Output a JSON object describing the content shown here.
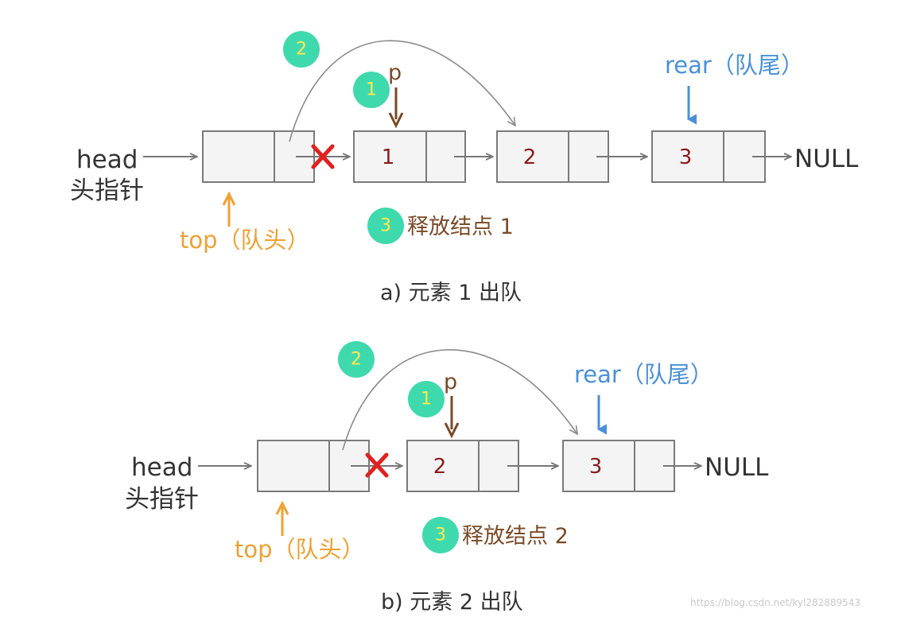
{
  "panels": [
    {
      "head_label": "head",
      "head_sub": "头指针",
      "nodes": [
        "",
        "1",
        "2",
        "3"
      ],
      "null_label": "NULL",
      "rear_label": "rear（队尾）",
      "p_label": "p",
      "top_label": "top（队头）",
      "step1": "1",
      "step2": "2",
      "step3": "3",
      "step3_label": "释放结点 1",
      "caption": "a) 元素 1 出队"
    },
    {
      "head_label": "head",
      "head_sub": "头指针",
      "nodes": [
        "",
        "2",
        "3"
      ],
      "null_label": "NULL",
      "rear_label": "rear（队尾）",
      "p_label": "p",
      "top_label": "top（队头）",
      "step1": "1",
      "step2": "2",
      "step3": "3",
      "step3_label": "释放结点 2",
      "caption": "b) 元素 2 出队"
    }
  ],
  "watermark": "https://blog.csdn.net/kyl282889543",
  "colors": {
    "rear": "#4a90d9",
    "top": "#f0a030",
    "p": "#7a4a26",
    "step_circle": "#3fd9ae",
    "step_number": "#ffe84a",
    "node_value": "#8b1a1a",
    "cross": "#e0211f"
  }
}
